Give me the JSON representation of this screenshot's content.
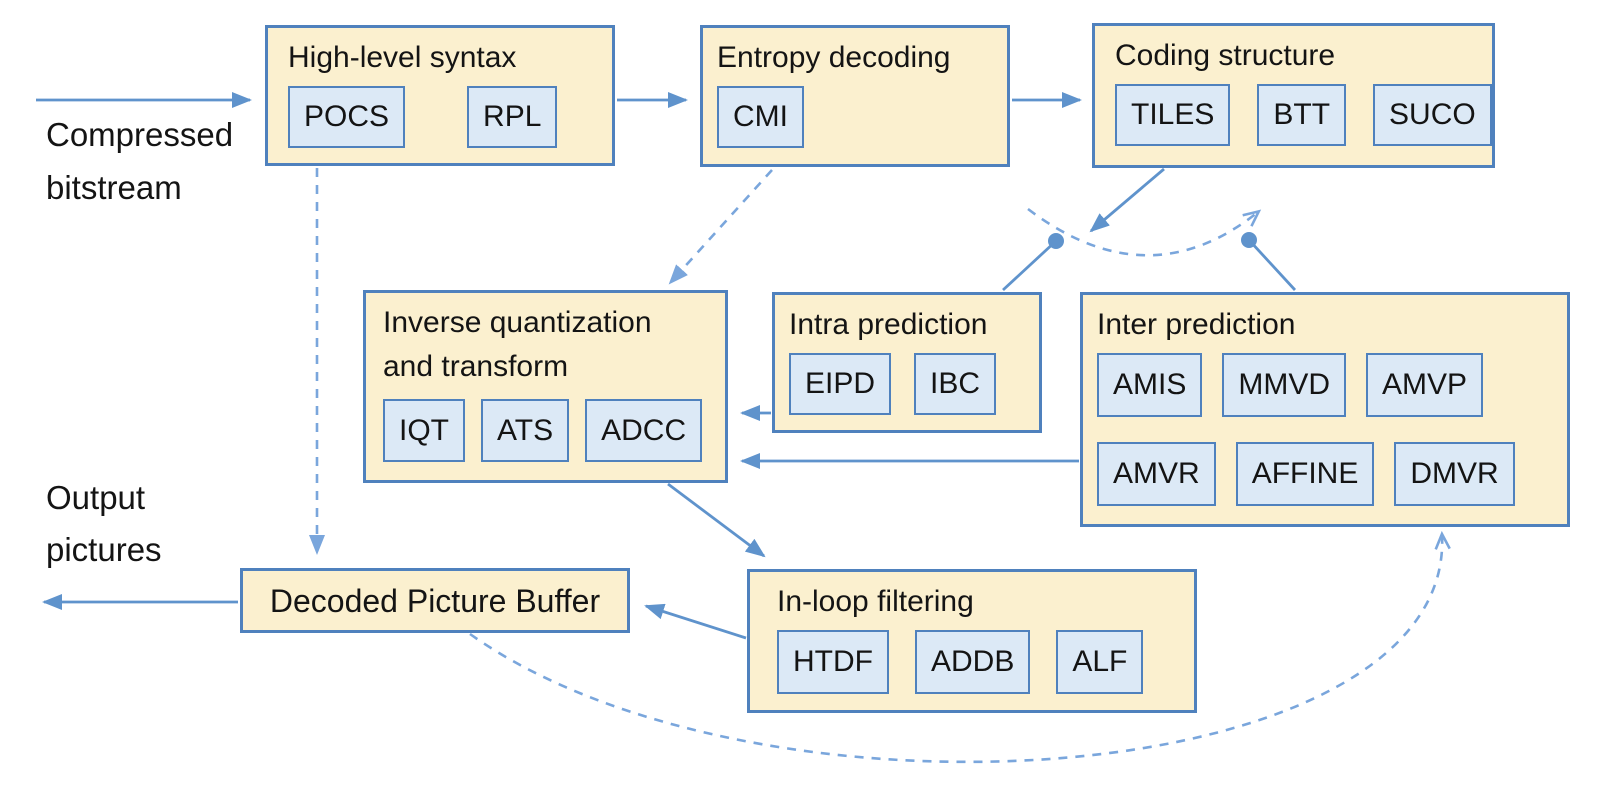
{
  "diagram": {
    "description": "Video decoder block diagram",
    "input_label": "Compressed\nbitstream",
    "output_label": "Output\npictures"
  },
  "boxes": {
    "hls": {
      "title": "High-level syntax",
      "items": [
        "POCS",
        "RPL"
      ]
    },
    "entropy": {
      "title": "Entropy decoding",
      "items": [
        "CMI"
      ]
    },
    "coding": {
      "title": "Coding structure",
      "items": [
        "TILES",
        "BTT",
        "SUCO"
      ]
    },
    "iqt": {
      "title": "Inverse quantization\nand transform",
      "items": [
        "IQT",
        "ATS",
        "ADCC"
      ]
    },
    "intra": {
      "title": "Intra prediction",
      "items": [
        "EIPD",
        "IBC"
      ]
    },
    "inter": {
      "title": "Inter prediction",
      "items": [
        "AMIS",
        "MMVD",
        "AMVP",
        "AMVR",
        "AFFINE",
        "DMVR"
      ]
    },
    "dpb": {
      "title": "Decoded Picture Buffer",
      "items": []
    },
    "ilf": {
      "title": "In-loop filtering",
      "items": [
        "HTDF",
        "ADDB",
        "ALF"
      ]
    }
  },
  "colors": {
    "box_fill": "#FBF0CF",
    "box_border": "#4F81BD",
    "chip_fill": "#DCE9F6",
    "chip_border": "#4F81BD",
    "solid_connector": "#5F93CC",
    "dashed_connector": "#7AA6DC",
    "text": "#141414"
  }
}
